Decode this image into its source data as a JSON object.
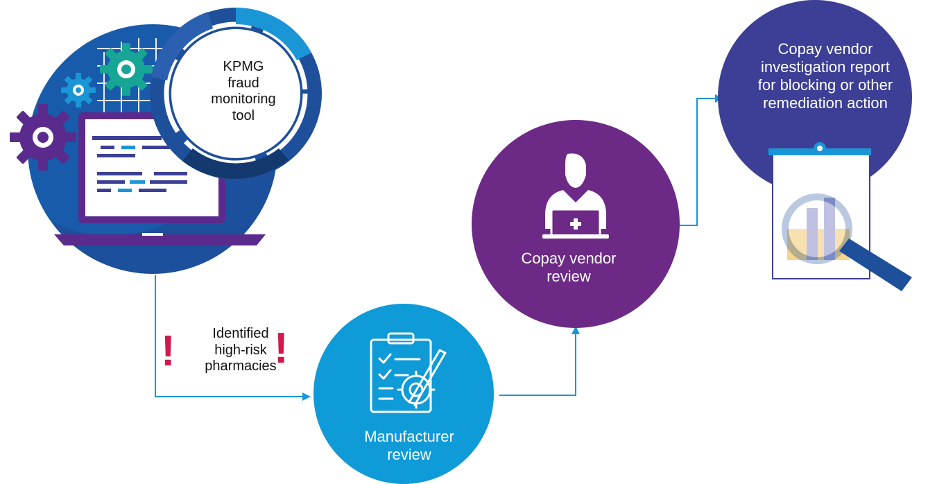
{
  "colors": {
    "flow_line": "#1a96d6",
    "monitoring_circle": "#1c4f9c",
    "manufacturer_circle": "#0f9ad8",
    "vendor_circle": "#6c2a86",
    "report_circle": "#3c3f95",
    "alert": "#d2174d",
    "laptop": "#5a2a8c"
  },
  "icons": {
    "monitoring": "laptop-with-gears-and-cycle-icon",
    "manufacturer": "clipboard-gear-pencil-icon",
    "vendor": "person-at-laptop-icon",
    "report": "clipboard-bar-chart-magnifier-icon",
    "alert": "exclamation-icon"
  },
  "nodes": {
    "monitoring_tool": {
      "lines": [
        "KPMG",
        "fraud",
        "monitoring",
        "tool"
      ]
    },
    "flag": {
      "lines": [
        "Identified",
        "high-risk",
        "pharmacies"
      ],
      "marks": [
        "!",
        "!"
      ]
    },
    "manufacturer_review": {
      "lines": [
        "Manufacturer",
        "review"
      ]
    },
    "vendor_review": {
      "lines": [
        "Copay vendor",
        "review"
      ]
    },
    "vendor_report": {
      "lines": [
        "Copay vendor",
        "investigation report",
        "for blocking or other",
        "remediation action"
      ]
    }
  }
}
